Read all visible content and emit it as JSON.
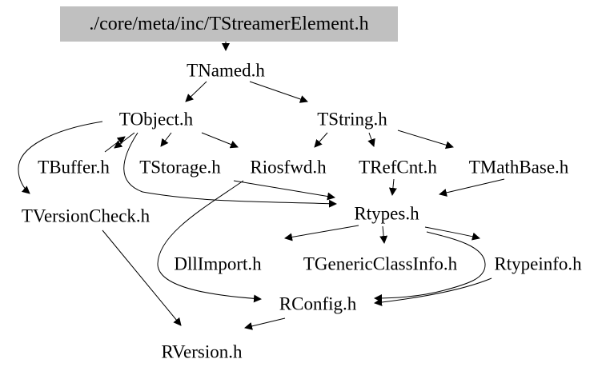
{
  "diagram": {
    "root": {
      "label": "./core/meta/inc/TStreamerElement.h"
    },
    "nodes": [
      {
        "id": "TNamed",
        "label": "TNamed.h"
      },
      {
        "id": "TObject",
        "label": "TObject.h"
      },
      {
        "id": "TString",
        "label": "TString.h"
      },
      {
        "id": "TBuffer",
        "label": "TBuffer.h"
      },
      {
        "id": "TStorage",
        "label": "TStorage.h"
      },
      {
        "id": "Riosfwd",
        "label": "Riosfwd.h"
      },
      {
        "id": "TRefCnt",
        "label": "TRefCnt.h"
      },
      {
        "id": "TMathBase",
        "label": "TMathBase.h"
      },
      {
        "id": "TVersionCheck",
        "label": "TVersionCheck.h"
      },
      {
        "id": "Rtypes",
        "label": "Rtypes.h"
      },
      {
        "id": "DllImport",
        "label": "DllImport.h"
      },
      {
        "id": "TGenericClassInfo",
        "label": "TGenericClassInfo.h"
      },
      {
        "id": "Rtypeinfo",
        "label": "Rtypeinfo.h"
      },
      {
        "id": "RConfig",
        "label": "RConfig.h"
      },
      {
        "id": "RVersion",
        "label": "RVersion.h"
      }
    ],
    "edges": [
      {
        "from": "./core/meta/inc/TStreamerElement.h",
        "to": "TNamed.h"
      },
      {
        "from": "TNamed.h",
        "to": "TObject.h"
      },
      {
        "from": "TNamed.h",
        "to": "TString.h"
      },
      {
        "from": "TObject.h",
        "to": "TBuffer.h"
      },
      {
        "from": "TBuffer.h",
        "to": "TObject.h"
      },
      {
        "from": "TObject.h",
        "to": "TStorage.h"
      },
      {
        "from": "TObject.h",
        "to": "Riosfwd.h"
      },
      {
        "from": "TObject.h",
        "to": "TVersionCheck.h"
      },
      {
        "from": "TObject.h",
        "to": "Rtypes.h"
      },
      {
        "from": "TStorage.h",
        "to": "Rtypes.h"
      },
      {
        "from": "Riosfwd.h",
        "to": "RConfig.h"
      },
      {
        "from": "TString.h",
        "to": "Riosfwd.h"
      },
      {
        "from": "TString.h",
        "to": "TRefCnt.h"
      },
      {
        "from": "TString.h",
        "to": "TMathBase.h"
      },
      {
        "from": "TRefCnt.h",
        "to": "Rtypes.h"
      },
      {
        "from": "TMathBase.h",
        "to": "Rtypes.h"
      },
      {
        "from": "Rtypes.h",
        "to": "DllImport.h"
      },
      {
        "from": "Rtypes.h",
        "to": "TGenericClassInfo.h"
      },
      {
        "from": "Rtypes.h",
        "to": "Rtypeinfo.h"
      },
      {
        "from": "Rtypes.h",
        "to": "RConfig.h"
      },
      {
        "from": "Rtypeinfo.h",
        "to": "RConfig.h"
      },
      {
        "from": "TVersionCheck.h",
        "to": "RVersion.h"
      },
      {
        "from": "RConfig.h",
        "to": "RVersion.h"
      }
    ],
    "colors": {
      "root_background": "#c0c0c0",
      "edge": "#000000",
      "text": "#000000",
      "background": "#ffffff"
    }
  }
}
